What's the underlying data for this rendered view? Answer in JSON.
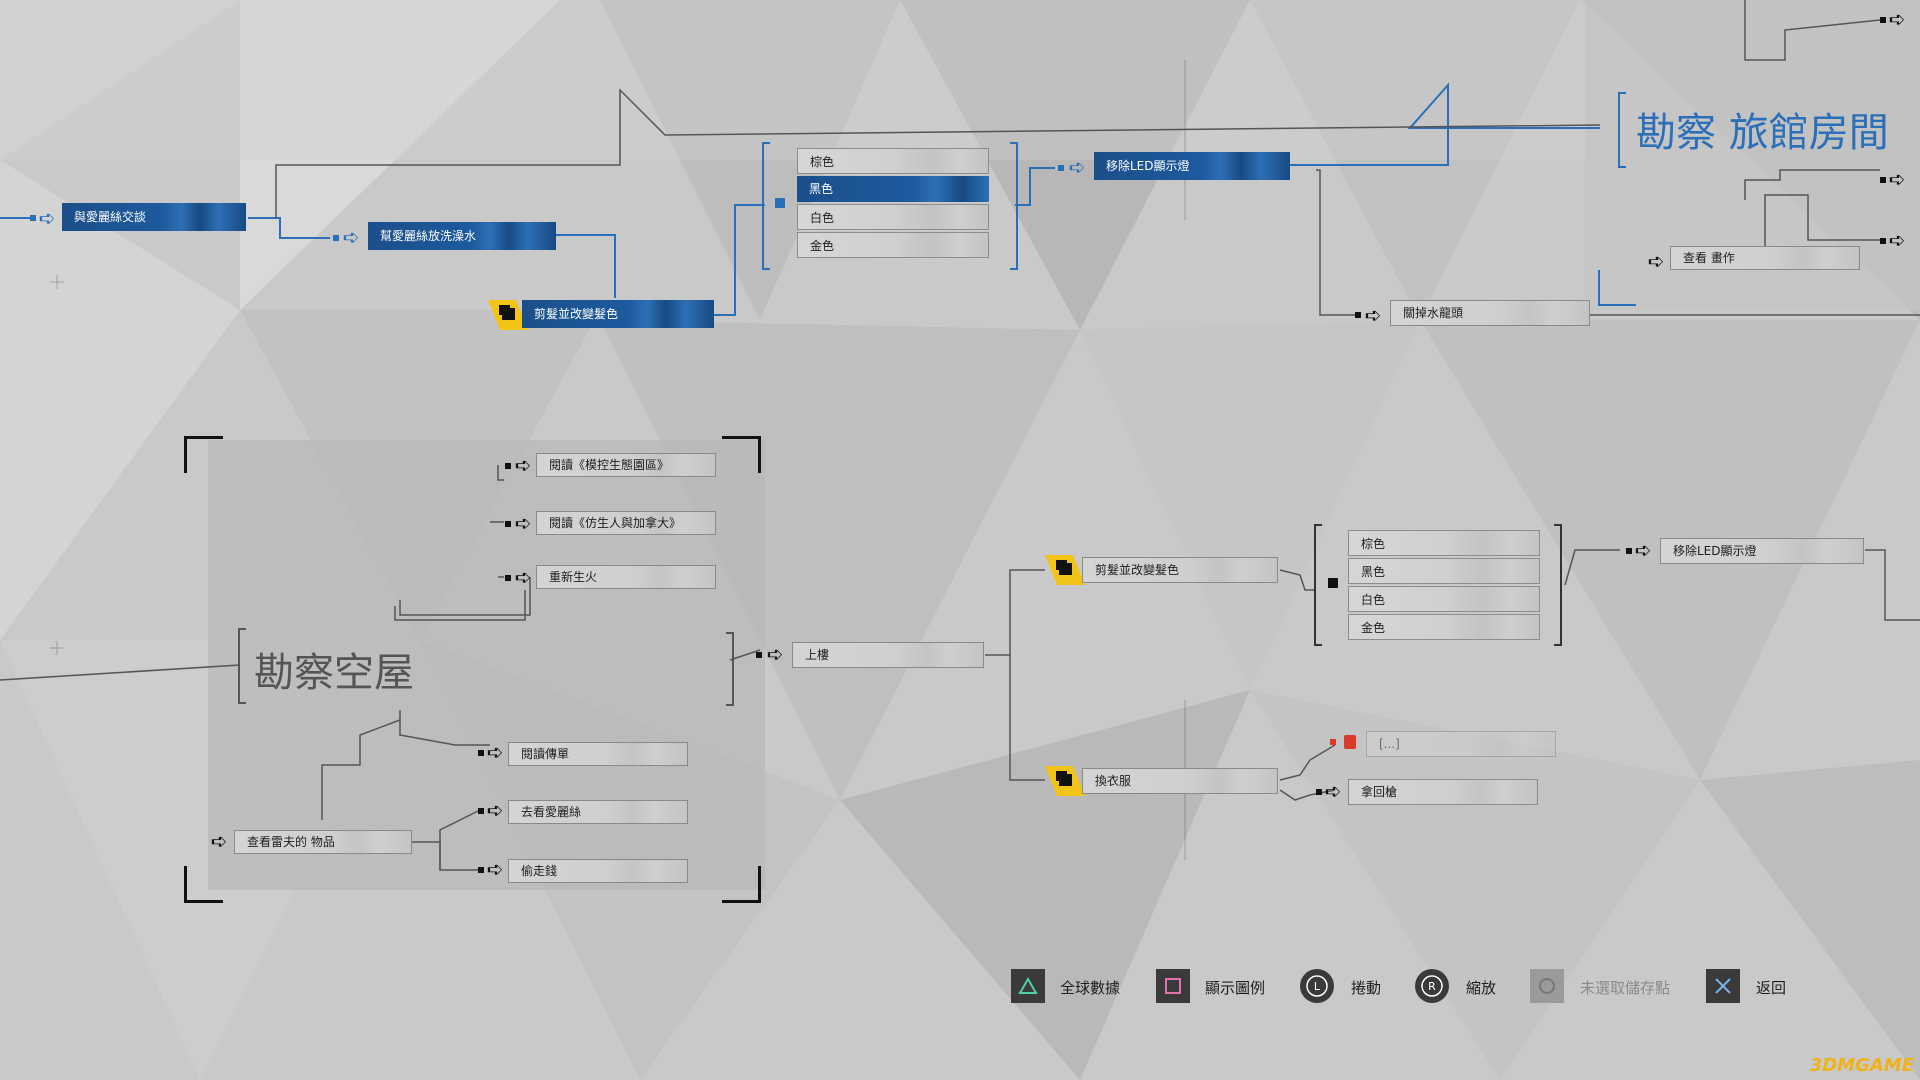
{
  "chapter_1": {
    "title": "勘察  旅館房間",
    "nodes": {
      "talk_alice": "與愛麗絲交談",
      "help_bath": "幫愛麗絲放洗澡水",
      "cut_hair": "剪髮並改變髮色",
      "remove_led": "移除LED顯示燈",
      "turn_off_tap": "關掉水龍頭",
      "check_art": "查看  畫作"
    },
    "hair_colors": [
      "棕色",
      "黑色",
      "白色",
      "金色"
    ],
    "hair_selected": "黑色"
  },
  "chapter_2": {
    "title": "勘察空屋",
    "nodes": {
      "read_cyberlife": "閱讀《模控生態園區》",
      "read_androids": "閱讀《仿生人與加拿大》",
      "relight_fire": "重新生火",
      "read_leaflet": "閱讀傳單",
      "check_alice": "去看愛麗絲",
      "steal_money": "偷走錢",
      "check_items": "查看雷夫的  物品",
      "upstairs": "上樓",
      "cut_hair": "剪髮並改變髮色",
      "change_clothes": "換衣服",
      "remove_led": "移除LED顯示燈",
      "locked": "[...]",
      "take_gun": "拿回槍"
    },
    "hair_colors": [
      "棕色",
      "黑色",
      "白色",
      "金色"
    ]
  },
  "legend_bar": [
    {
      "icon": "triangle-button-icon",
      "label": "全球數據"
    },
    {
      "icon": "square-button-icon",
      "label": "顯示圖例"
    },
    {
      "icon": "left-stick-icon",
      "label": "捲動"
    },
    {
      "icon": "right-stick-icon",
      "label": "縮放"
    },
    {
      "icon": "circle-button-icon",
      "label": "未選取儲存點"
    },
    {
      "icon": "cross-button-icon",
      "label": "返回"
    }
  ],
  "watermark": "3DMGAME",
  "colors": {
    "accent_blue": "#1d5a9e",
    "lock_yellow": "#f2c418",
    "lock_red": "#d93a2a",
    "background": "#c9c9c9"
  }
}
